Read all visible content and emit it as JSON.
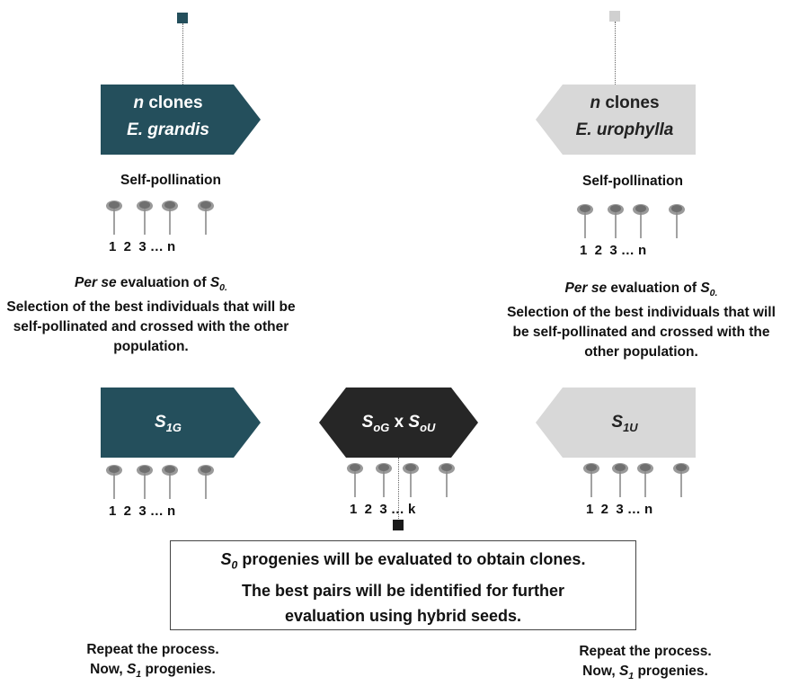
{
  "colors": {
    "teal": "#244f5c",
    "light_gray": "#d8d8d8",
    "black": "#262626"
  },
  "left": {
    "shape_line1_italic": "n",
    "shape_line1_rest": " clones",
    "shape_line2": "E. grandis",
    "self_pollination": "Self-pollination",
    "tree_labels": "1  2  3 … n",
    "eval_italic": "Per se",
    "eval_mid": " evaluation of ",
    "eval_sym": "S",
    "eval_sub": "0.",
    "selection_text": "Selection of the best individuals that will be self-pollinated and crossed with the other population.",
    "s1_main": "S",
    "s1_sub": "1G",
    "s1_tree_labels": "1  2  3 … n",
    "repeat_line1": "Repeat the process.",
    "repeat_line2_prefix": "Now, ",
    "repeat_sym": "S",
    "repeat_sub": "1",
    "repeat_suffix": " progenies."
  },
  "right": {
    "shape_line1_italic": "n",
    "shape_line1_rest": " clones",
    "shape_line2": "E. urophylla",
    "self_pollination": "Self-pollination",
    "tree_labels": "1  2  3 … n",
    "eval_italic": "Per se",
    "eval_mid": " evaluation of ",
    "eval_sym": "S",
    "eval_sub": "0.",
    "selection_text": "Selection of the best individuals that will be self-pollinated and crossed with the other population.",
    "s1_main": "S",
    "s1_sub": "1U",
    "s1_tree_labels": "1  2  3 … n",
    "repeat_line1": "Repeat the process.",
    "repeat_line2_prefix": "Now, ",
    "repeat_sym": "S",
    "repeat_sub": "1",
    "repeat_suffix": " progenies."
  },
  "center": {
    "cross_a": "S",
    "cross_a_sub": "oG",
    "cross_x": " x ",
    "cross_b": "S",
    "cross_b_sub": "oU",
    "tree_labels": "1  2  3 … k",
    "box_sym": "S",
    "box_sub": "0",
    "box_line1_rest": " progenies will be evaluated to obtain clones.",
    "box_line2": "The best pairs will be identified for further evaluation using hybrid seeds."
  }
}
